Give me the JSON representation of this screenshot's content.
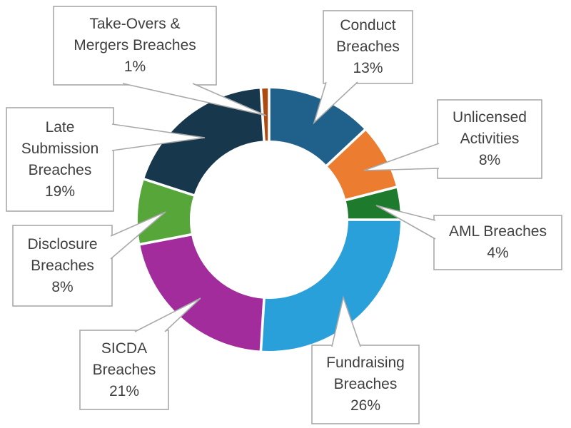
{
  "chart_data": {
    "type": "pie",
    "subtype": "donut",
    "title": "",
    "legend": "none",
    "direction": "clockwise",
    "start_angle_deg": 0,
    "unit": "%",
    "categories": [
      "Conduct Breaches",
      "Unlicensed Activities",
      "AML Breaches",
      "Fundraising Breaches",
      "SICDA Breaches",
      "Disclosure Breaches",
      "Late Submission Breaches",
      "Take-Overs & Mergers Breaches"
    ],
    "values": [
      13,
      8,
      4,
      26,
      21,
      8,
      19,
      1
    ],
    "colors": [
      "#1f618a",
      "#ec7c30",
      "#1e7b2e",
      "#2aa0da",
      "#a32c9d",
      "#56a63a",
      "#17374d",
      "#ac4a10"
    ],
    "slugs": [
      "conduct-breaches",
      "unlicensed-activities",
      "aml-breaches",
      "fundraising-breaches",
      "sicda-breaches",
      "disclosure-breaches",
      "late-submission-breaches",
      "take-overs-mergers-breaches"
    ],
    "labels": [
      "Conduct\nBreaches\n13%",
      "Unlicensed\nActivities\n8%",
      "AML Breaches\n4%",
      "Fundraising\nBreaches\n26%",
      "SICDA\nBreaches\n21%",
      "Disclosure\nBreaches\n8%",
      "Late\nSubmission\nBreaches\n19%",
      "Take-Overs &\nMergers Breaches\n1%"
    ]
  },
  "style": {
    "background": "#ffffff",
    "callout_border": "#a9a9a9",
    "callout_fill": "#ffffff",
    "text_color": "#3f3f3f",
    "slice_gap_color": "#ffffff"
  }
}
